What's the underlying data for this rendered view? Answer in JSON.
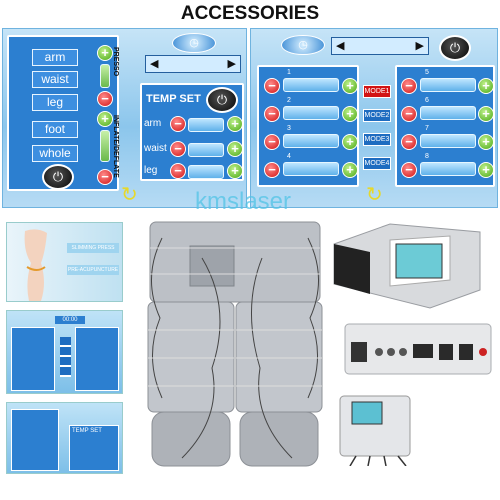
{
  "title": "ACCESSORIES",
  "watermark": "kmslaser",
  "left_screen": {
    "presso_label": "PRESSO",
    "inflate_label": "INFLATE/DEFLATE",
    "parts": [
      "arm",
      "waist",
      "leg",
      "foot",
      "whole"
    ],
    "temp_set": {
      "title": "TEMP SET",
      "rows": [
        "arm",
        "waist",
        "leg"
      ]
    }
  },
  "right_screen": {
    "modes": [
      "MODE1",
      "MODE2",
      "MODE3",
      "MODE4"
    ],
    "left_numbers": [
      "1",
      "2",
      "3",
      "4"
    ],
    "right_numbers": [
      "5",
      "6",
      "7",
      "8"
    ]
  },
  "thumbnail_slimming": {
    "line1": "SLIMMING PRESS",
    "line2": "PRE-ACUPUNCTURE"
  },
  "thumbnail_modes": {
    "time": "00:00"
  },
  "thumbnail_temp": {
    "label": "TEMP SET"
  },
  "icons": {
    "power": "power-icon",
    "clock": "clock-icon",
    "refresh": "refresh-arrow-icon"
  },
  "colors": {
    "screen_blue": "#2c7fd0",
    "plus": "#49a814",
    "minus": "#d21414",
    "blanket": "#b8bcc2"
  }
}
